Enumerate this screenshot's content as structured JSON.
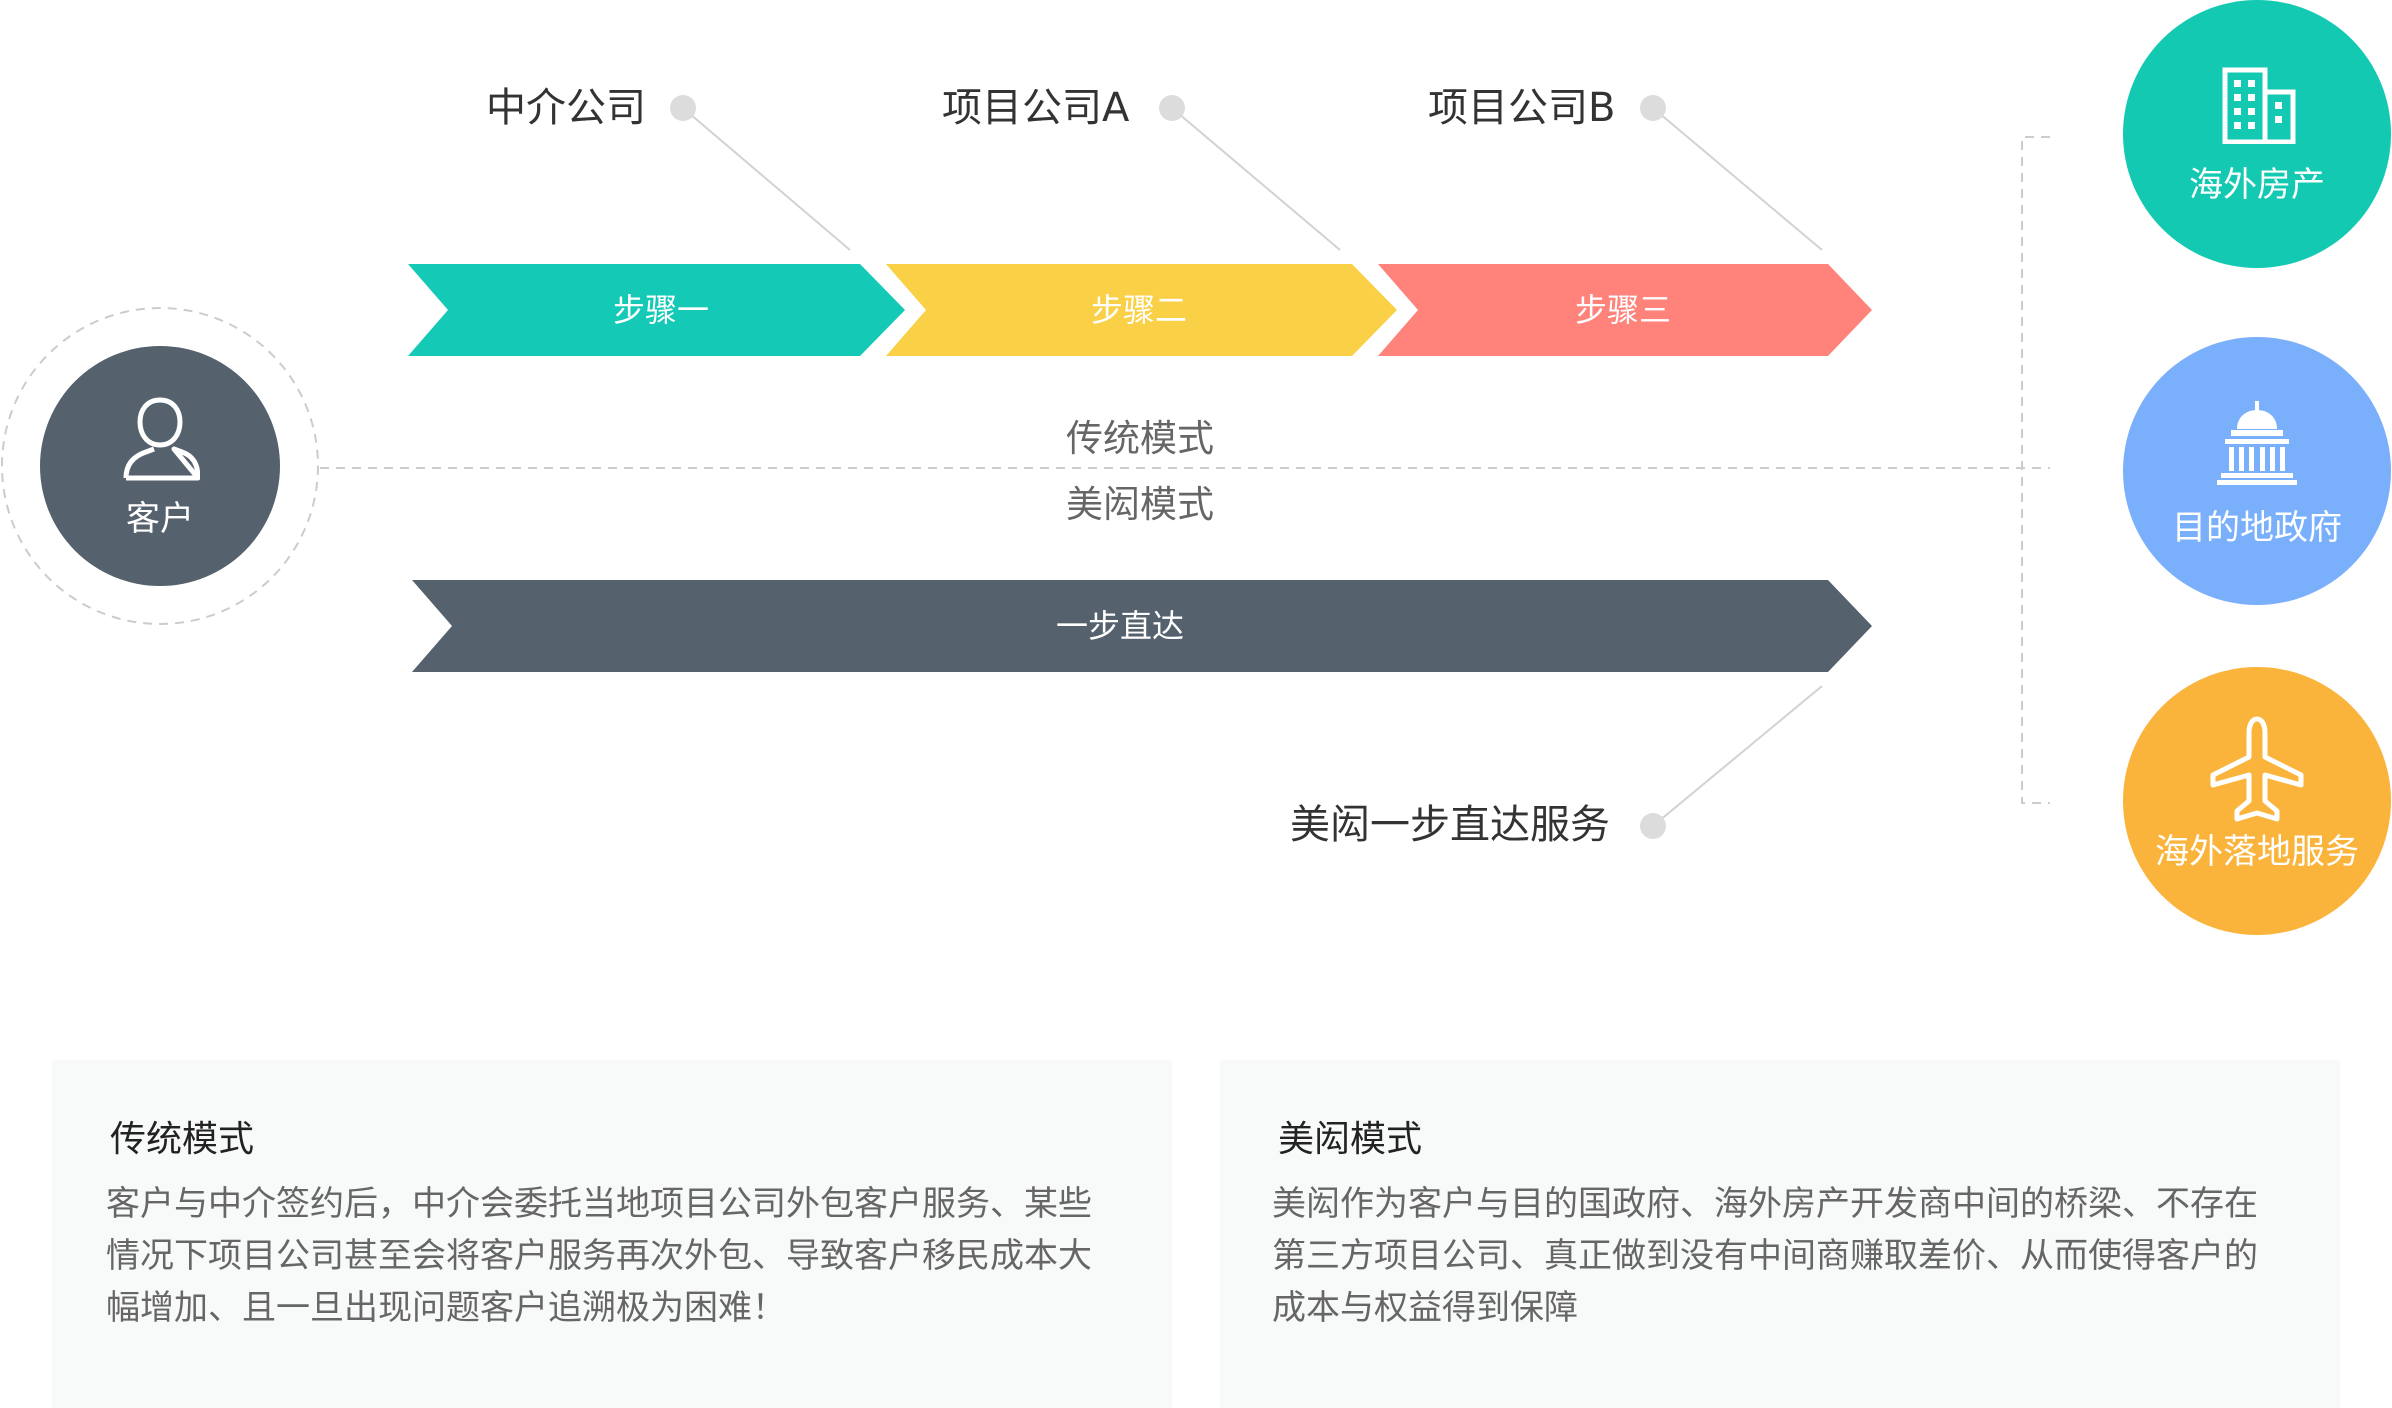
{
  "client": {
    "label": "客户",
    "icon": "user-icon"
  },
  "intermediaries": {
    "agency": "中介公司",
    "company_a": "项目公司A",
    "company_b": "项目公司B"
  },
  "steps": [
    {
      "label": "步骤一",
      "color": "#14c9b6"
    },
    {
      "label": "步骤二",
      "color": "#fad046"
    },
    {
      "label": "步骤三",
      "color": "#ff827b"
    }
  ],
  "modes": {
    "traditional": "传统模式",
    "meixian": "美闳模式"
  },
  "direct": {
    "label": "一步直达",
    "color": "#55626d"
  },
  "direct_service_label": "美闳一步直达服务",
  "destinations": [
    {
      "label": "海外房产",
      "icon": "building-icon",
      "color": "#14c9b2"
    },
    {
      "label": "目的地政府",
      "icon": "capitol-icon",
      "color": "#7aaffc"
    },
    {
      "label": "海外落地服务",
      "icon": "airplane-icon",
      "color": "#fab43c"
    }
  ],
  "panels": {
    "traditional": {
      "title": "传统模式",
      "body": "客户与中介签约后，中介会委托当地项目公司外包客户服务、某些情况下项目公司甚至会将客户服务再次外包、导致客户移民成本大幅增加、且一旦出现问题客户追溯极为困难！"
    },
    "meixian": {
      "title": "美闳模式",
      "body": "美闳作为客户与目的国政府、海外房产开发商中间的桥梁、不存在第三方项目公司、真正做到没有中间商赚取差价、从而使得客户的成本与权益得到保障"
    }
  }
}
